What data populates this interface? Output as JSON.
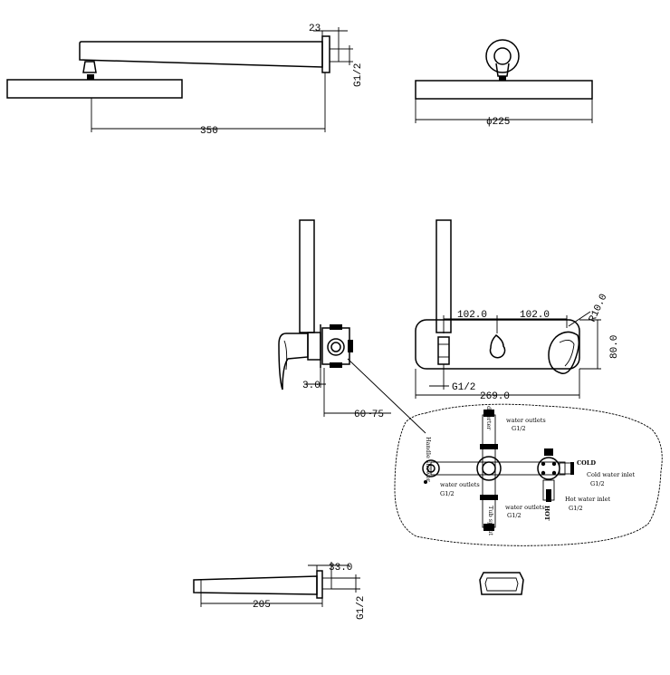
{
  "head_side": {
    "dim_23": "23",
    "dim_g12": "G1/2",
    "dim_350": "350"
  },
  "head_front": {
    "dim_225": "ϕ225"
  },
  "valve_side": {
    "dim_30": "3.0",
    "dim_6075": "60~75"
  },
  "valve_front": {
    "dim_1020_left": "102.0",
    "dim_1020_right": "102.0",
    "dim_r100": "R10.0",
    "dim_800": "80.0",
    "dim_g12": "G1/2",
    "dim_2690": "269.0"
  },
  "detail": {
    "label_diverter": "diverter",
    "label_handle_shower": "Handle shower",
    "label_top_outlet": "water outlets",
    "label_top_outlet_size": "G1/2",
    "label_left_outlet": "water outlets",
    "label_left_outlet_size": "G1/2",
    "label_bottom_outlet": "water outlets",
    "label_bottom_outlet_size": "G1/2",
    "label_tub_spout": "Tub spout",
    "label_cold": "COLD",
    "label_cold_inlet": "Cold water inlet",
    "label_cold_inlet_size": "G1/2",
    "label_hot": "HOT",
    "label_hot_inlet": "Hot water inlet",
    "label_hot_inlet_size": "G1/2"
  },
  "spout": {
    "dim_330": "33.0",
    "dim_205": "205",
    "dim_g12": "G1/2"
  }
}
